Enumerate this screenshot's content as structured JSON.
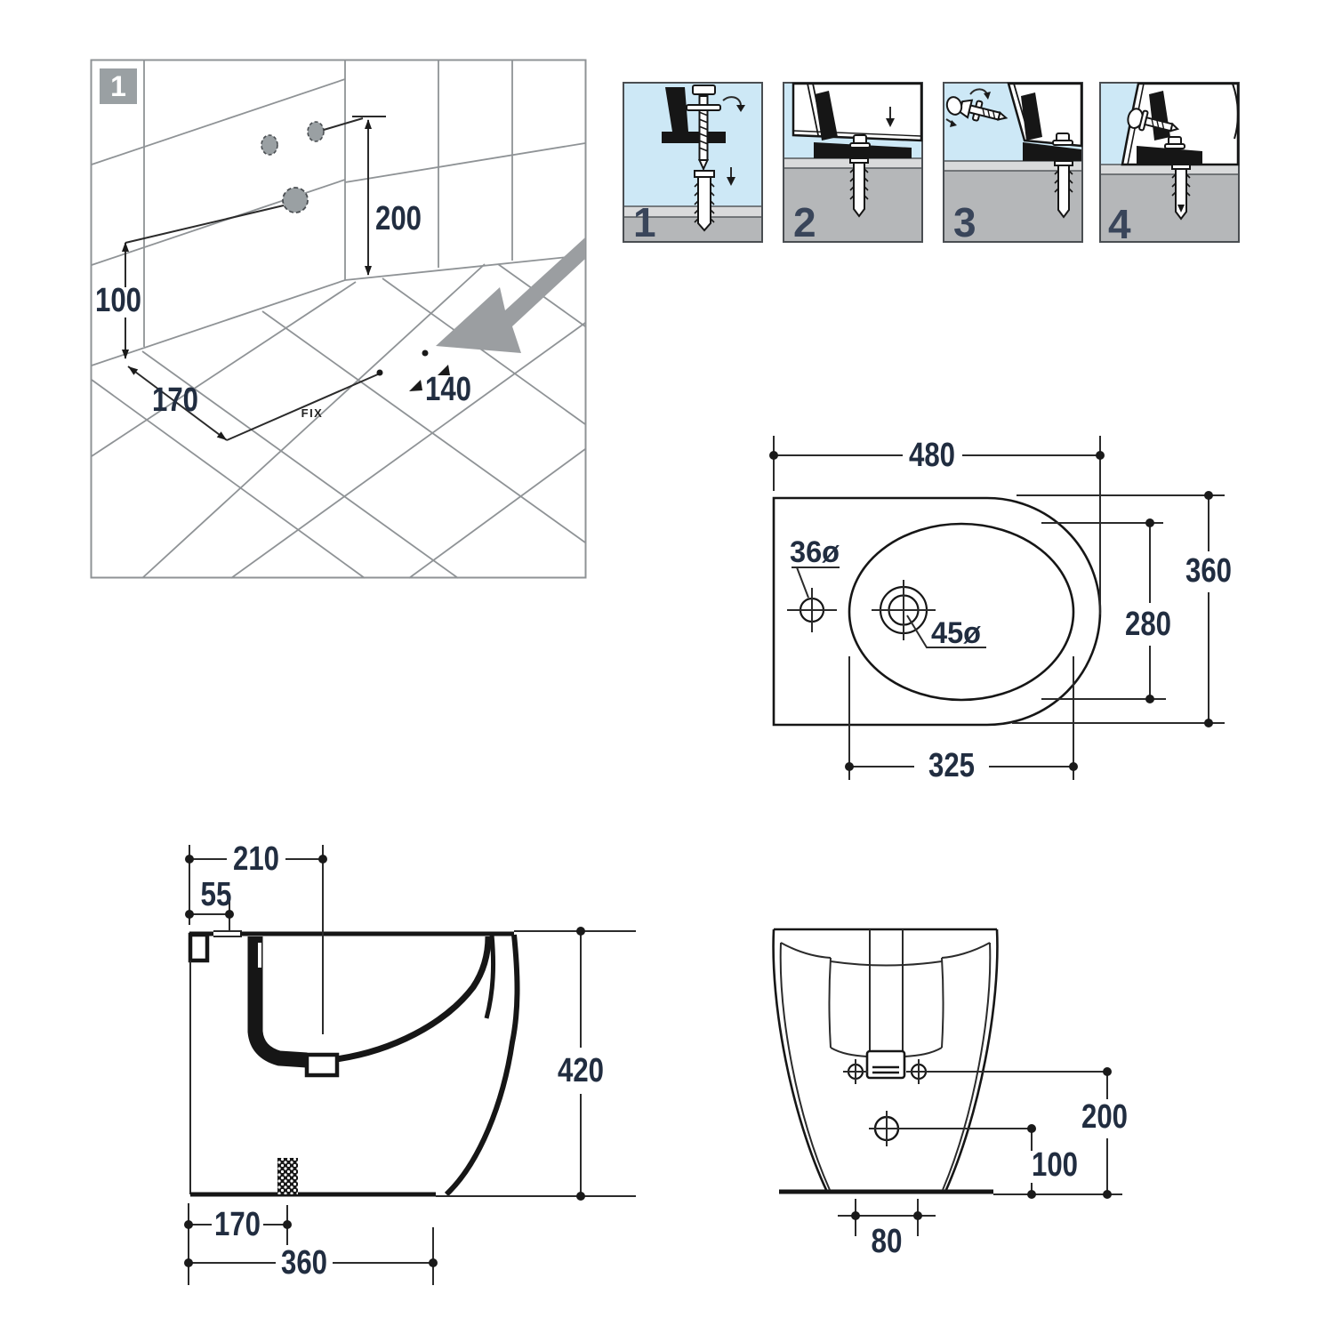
{
  "colors": {
    "dim_text": "#212d40",
    "line": "#2b2b2b",
    "grid_grey": "#8f9396",
    "panel_blue": "#cde8f6",
    "floor_grey": "#b5b7b9",
    "floor_band": "#d9dadb",
    "badge_grey": "#9aa0a3",
    "arrow_grey": "#9b9ea1",
    "step_number": "#39455a"
  },
  "perspective": {
    "badge": "1",
    "fix_label": "FIX",
    "dims": {
      "upper_height": "200",
      "lower_height": "100",
      "floor_offset": "170",
      "hole_spacing": "140"
    }
  },
  "steps": [
    {
      "label": "1"
    },
    {
      "label": "2"
    },
    {
      "label": "3"
    },
    {
      "label": "4"
    }
  ],
  "top_view": {
    "overall_width": "480",
    "overall_depth": "360",
    "fixing_hole_spacing": "280",
    "bowl_span": "325",
    "tap_hole_diameter": "36ø",
    "drain_hole_diameter": "45ø"
  },
  "side_view": {
    "drain_center_offset": "210",
    "rim_ledge": "55",
    "height": "420",
    "floor_outlet_offset": "170",
    "overall_depth": "360"
  },
  "rear_view": {
    "fixing_hole_height": "200",
    "inlet_height": "100",
    "outlet_spacing": "80"
  }
}
